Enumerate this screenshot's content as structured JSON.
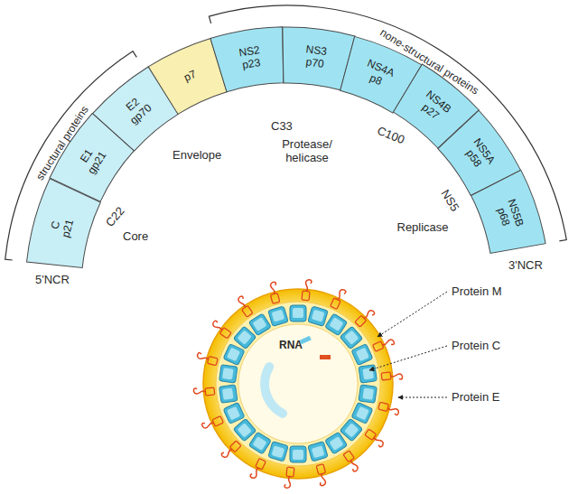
{
  "diagram": {
    "nodes": [
      {
        "text": [
          "C",
          "p21"
        ]
      },
      {
        "text": [
          "E1",
          "gp21"
        ]
      },
      {
        "text": [
          "E2",
          "gp70"
        ]
      },
      {
        "text": [
          "p7"
        ]
      },
      {
        "text": [
          "NS2",
          "p23"
        ]
      },
      {
        "text": [
          "NS3",
          "p70"
        ]
      },
      {
        "text": [
          "NS4A",
          "p8"
        ]
      },
      {
        "text": [
          "NS4B",
          "p27"
        ]
      },
      {
        "text": [
          "NS5A",
          "p58"
        ]
      },
      {
        "text": [
          "NS5B",
          "p68"
        ]
      }
    ],
    "labels": [
      "structural proteins",
      "none-structural proteins",
      "5'NCR",
      "C22",
      "Core",
      "Envelope",
      "C33",
      "Protease/ helicase",
      "C100",
      "NS5",
      "Replicase",
      "3'NCR",
      "RNA",
      "Protein M",
      "Protein C",
      "Protein E"
    ]
  }
}
